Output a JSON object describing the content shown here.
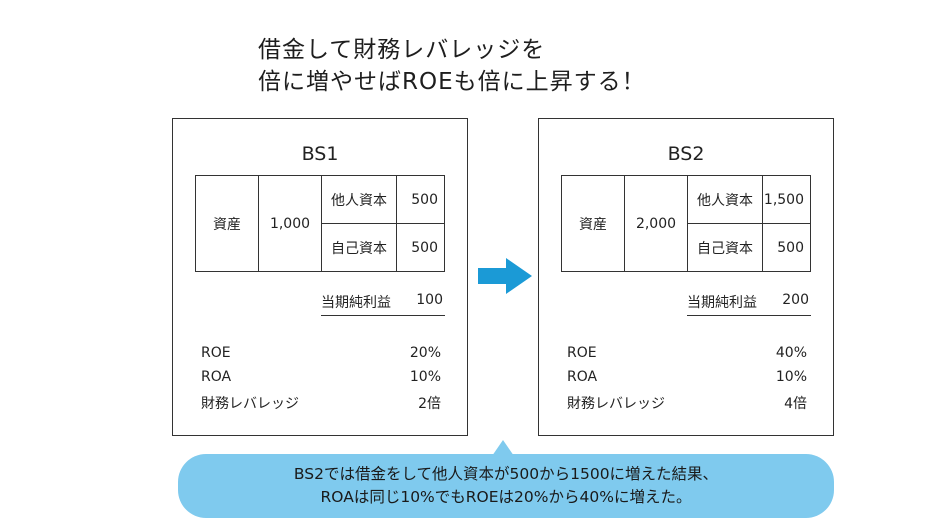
{
  "headline": {
    "line1": "借金して財務レバレッジを",
    "line2": "倍に増やせばROEも倍に上昇する！"
  },
  "panels": [
    {
      "title": "BS1",
      "asset_label": "資産",
      "asset_value": "1,000",
      "debt_label": "他人資本",
      "debt_value": "500",
      "equity_label": "自己資本",
      "equity_value": "500",
      "profit_label": "当期純利益",
      "profit_value": "100",
      "ratios": [
        {
          "label": "ROE",
          "value": "20%"
        },
        {
          "label": "ROA",
          "value": "10%"
        },
        {
          "label": "財務レバレッジ",
          "value": "2倍"
        }
      ]
    },
    {
      "title": "BS2",
      "asset_label": "資産",
      "asset_value": "2,000",
      "debt_label": "他人資本",
      "debt_value": "1,500",
      "equity_label": "自己資本",
      "equity_value": "500",
      "profit_label": "当期純利益",
      "profit_value": "200",
      "ratios": [
        {
          "label": "ROE",
          "value": "40%"
        },
        {
          "label": "ROA",
          "value": "10%"
        },
        {
          "label": "財務レバレッジ",
          "value": "4倍"
        }
      ]
    }
  ],
  "callout": {
    "line1": "BS2では借金をして他人資本が500から1500に増えた結果、",
    "line2": "ROAは同じ10%でもROEは20%から40%に増えた。"
  },
  "colors": {
    "arrow": "#1b9ad6",
    "callout_bg": "#7fcaee"
  },
  "icons": {
    "arrow": "right-arrow-icon"
  }
}
